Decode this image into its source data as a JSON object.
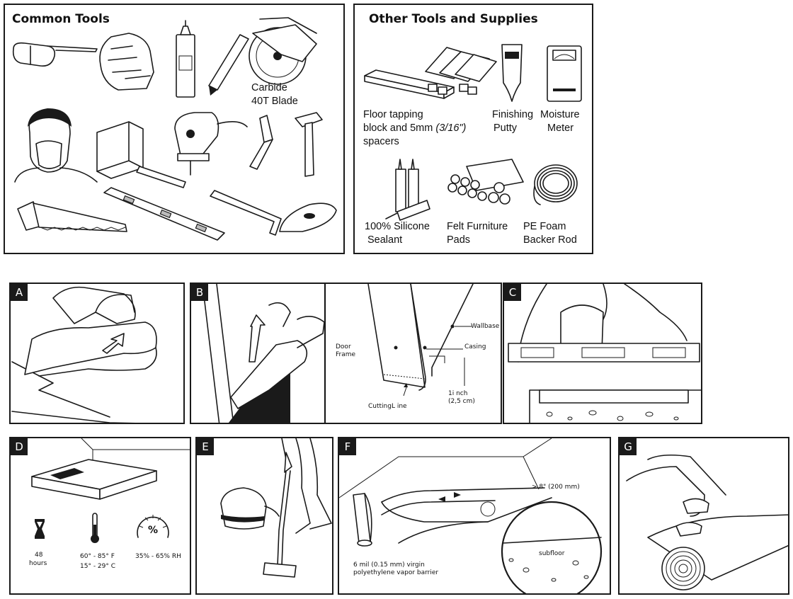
{
  "common_tools": {
    "title": "Common Tools",
    "blade_label_line1": "Carbide",
    "blade_label_line2": "40T Blade"
  },
  "other_tools": {
    "title": "Other Tools and Supplies",
    "floor_block_line1": "Floor tapping",
    "floor_block_line2_a": "block and 5mm ",
    "floor_block_line2_b": "(3/16\")",
    "floor_block_line3": "spacers",
    "putty_line1": "Finishing",
    "putty_line2": "Putty",
    "meter_line1": "Moisture",
    "meter_line2": "Meter",
    "sealant_line1": "100% Silicone",
    "sealant_line2": "Sealant",
    "pads_line1": "Felt Furniture",
    "pads_line2": "Pads",
    "rod_line1": "PE Foam",
    "rod_line2": "Backer Rod"
  },
  "steps": {
    "a": {
      "tag": "A"
    },
    "b": {
      "tag": "B",
      "wallbase": "Wallbase",
      "casing": "Casing",
      "door_frame_1": "Door",
      "door_frame_2": "Frame",
      "cutting_line": "CuttingL ine",
      "inch_1": "1i nch",
      "inch_2": "(2,5 cm)"
    },
    "c": {
      "tag": "C"
    },
    "d": {
      "tag": "D",
      "hours_value": "48",
      "hours_unit": "hours",
      "temp_f": "60° - 85° F",
      "temp_c": "15° - 29° C",
      "humidity": "35% - 65% RH",
      "gauge_symbol": "%"
    },
    "e": {
      "tag": "E"
    },
    "f": {
      "tag": "F",
      "overlap": "> 8\" (200 mm)",
      "subfloor": "subfloor",
      "barrier_1": "6 mil (0.15 mm) virgin",
      "barrier_2": "polyethylene vapor barrier"
    },
    "g": {
      "tag": "G"
    }
  }
}
